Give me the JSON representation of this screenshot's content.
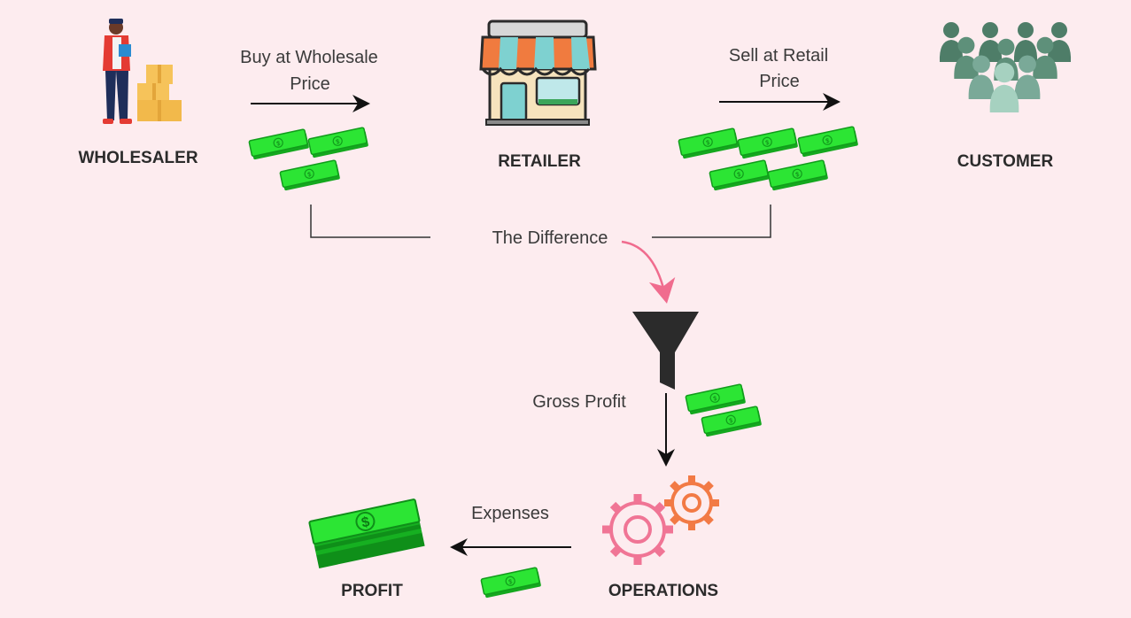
{
  "nodes": {
    "wholesaler": "WHOLESALER",
    "retailer": "RETAILER",
    "customer": "CUSTOMER",
    "operations": "OPERATIONS",
    "profit": "PROFIT"
  },
  "edges": {
    "buy_line1": "Buy at Wholesale",
    "buy_line2": "Price",
    "sell_line1": "Sell at Retail",
    "sell_line2": "Price",
    "difference": "The Difference",
    "gross_profit": "Gross Profit",
    "expenses": "Expenses"
  },
  "colors": {
    "background": "#fdecef",
    "cash_green": "#22e12a",
    "cash_dark": "#0f8f19",
    "arrow_pink": "#f06c8e",
    "gear_pink": "#f07595",
    "gear_orange": "#f27a45",
    "funnel": "#2b2b2b",
    "awning_teal": "#7ed1d0",
    "awning_orange": "#f07b3f",
    "crowd_green": "#4e7d68"
  },
  "icons": [
    "person-with-boxes-icon",
    "storefront-icon",
    "crowd-icon",
    "funnel-icon",
    "gears-icon",
    "money-stack-icon",
    "banknote-icon"
  ]
}
